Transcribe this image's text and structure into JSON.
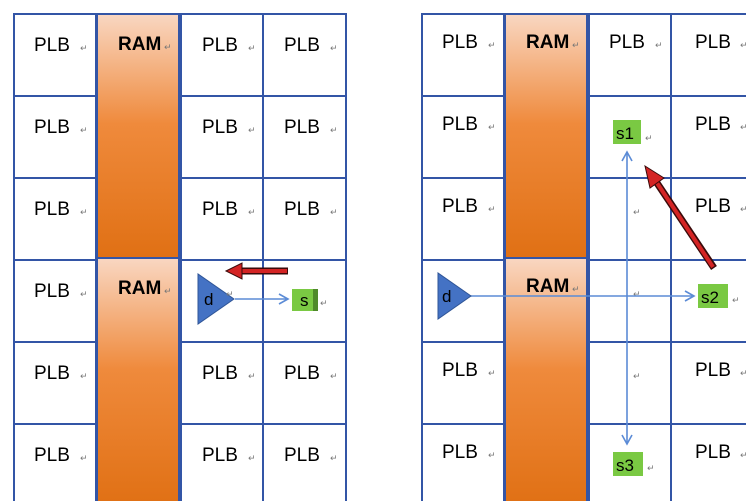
{
  "labels": {
    "plb": "PLB",
    "ram": "RAM",
    "mark": "↵"
  },
  "left_diagram": {
    "driver": "d",
    "sink": "s"
  },
  "right_diagram": {
    "driver": "d",
    "sinks": [
      "s1",
      "s2",
      "s3"
    ]
  },
  "colors": {
    "grid_line": "#3355a6",
    "ram_top": "#f9d7c2",
    "ram_bottom": "#e07014",
    "node_fill": "#7ac943",
    "driver_fill": "#4472c4",
    "arrow_red": "#c00000",
    "wire_blue": "#5b8bd6"
  },
  "icons": [
    "driver-triangle-icon",
    "red-arrow-icon",
    "mark-glyph"
  ]
}
